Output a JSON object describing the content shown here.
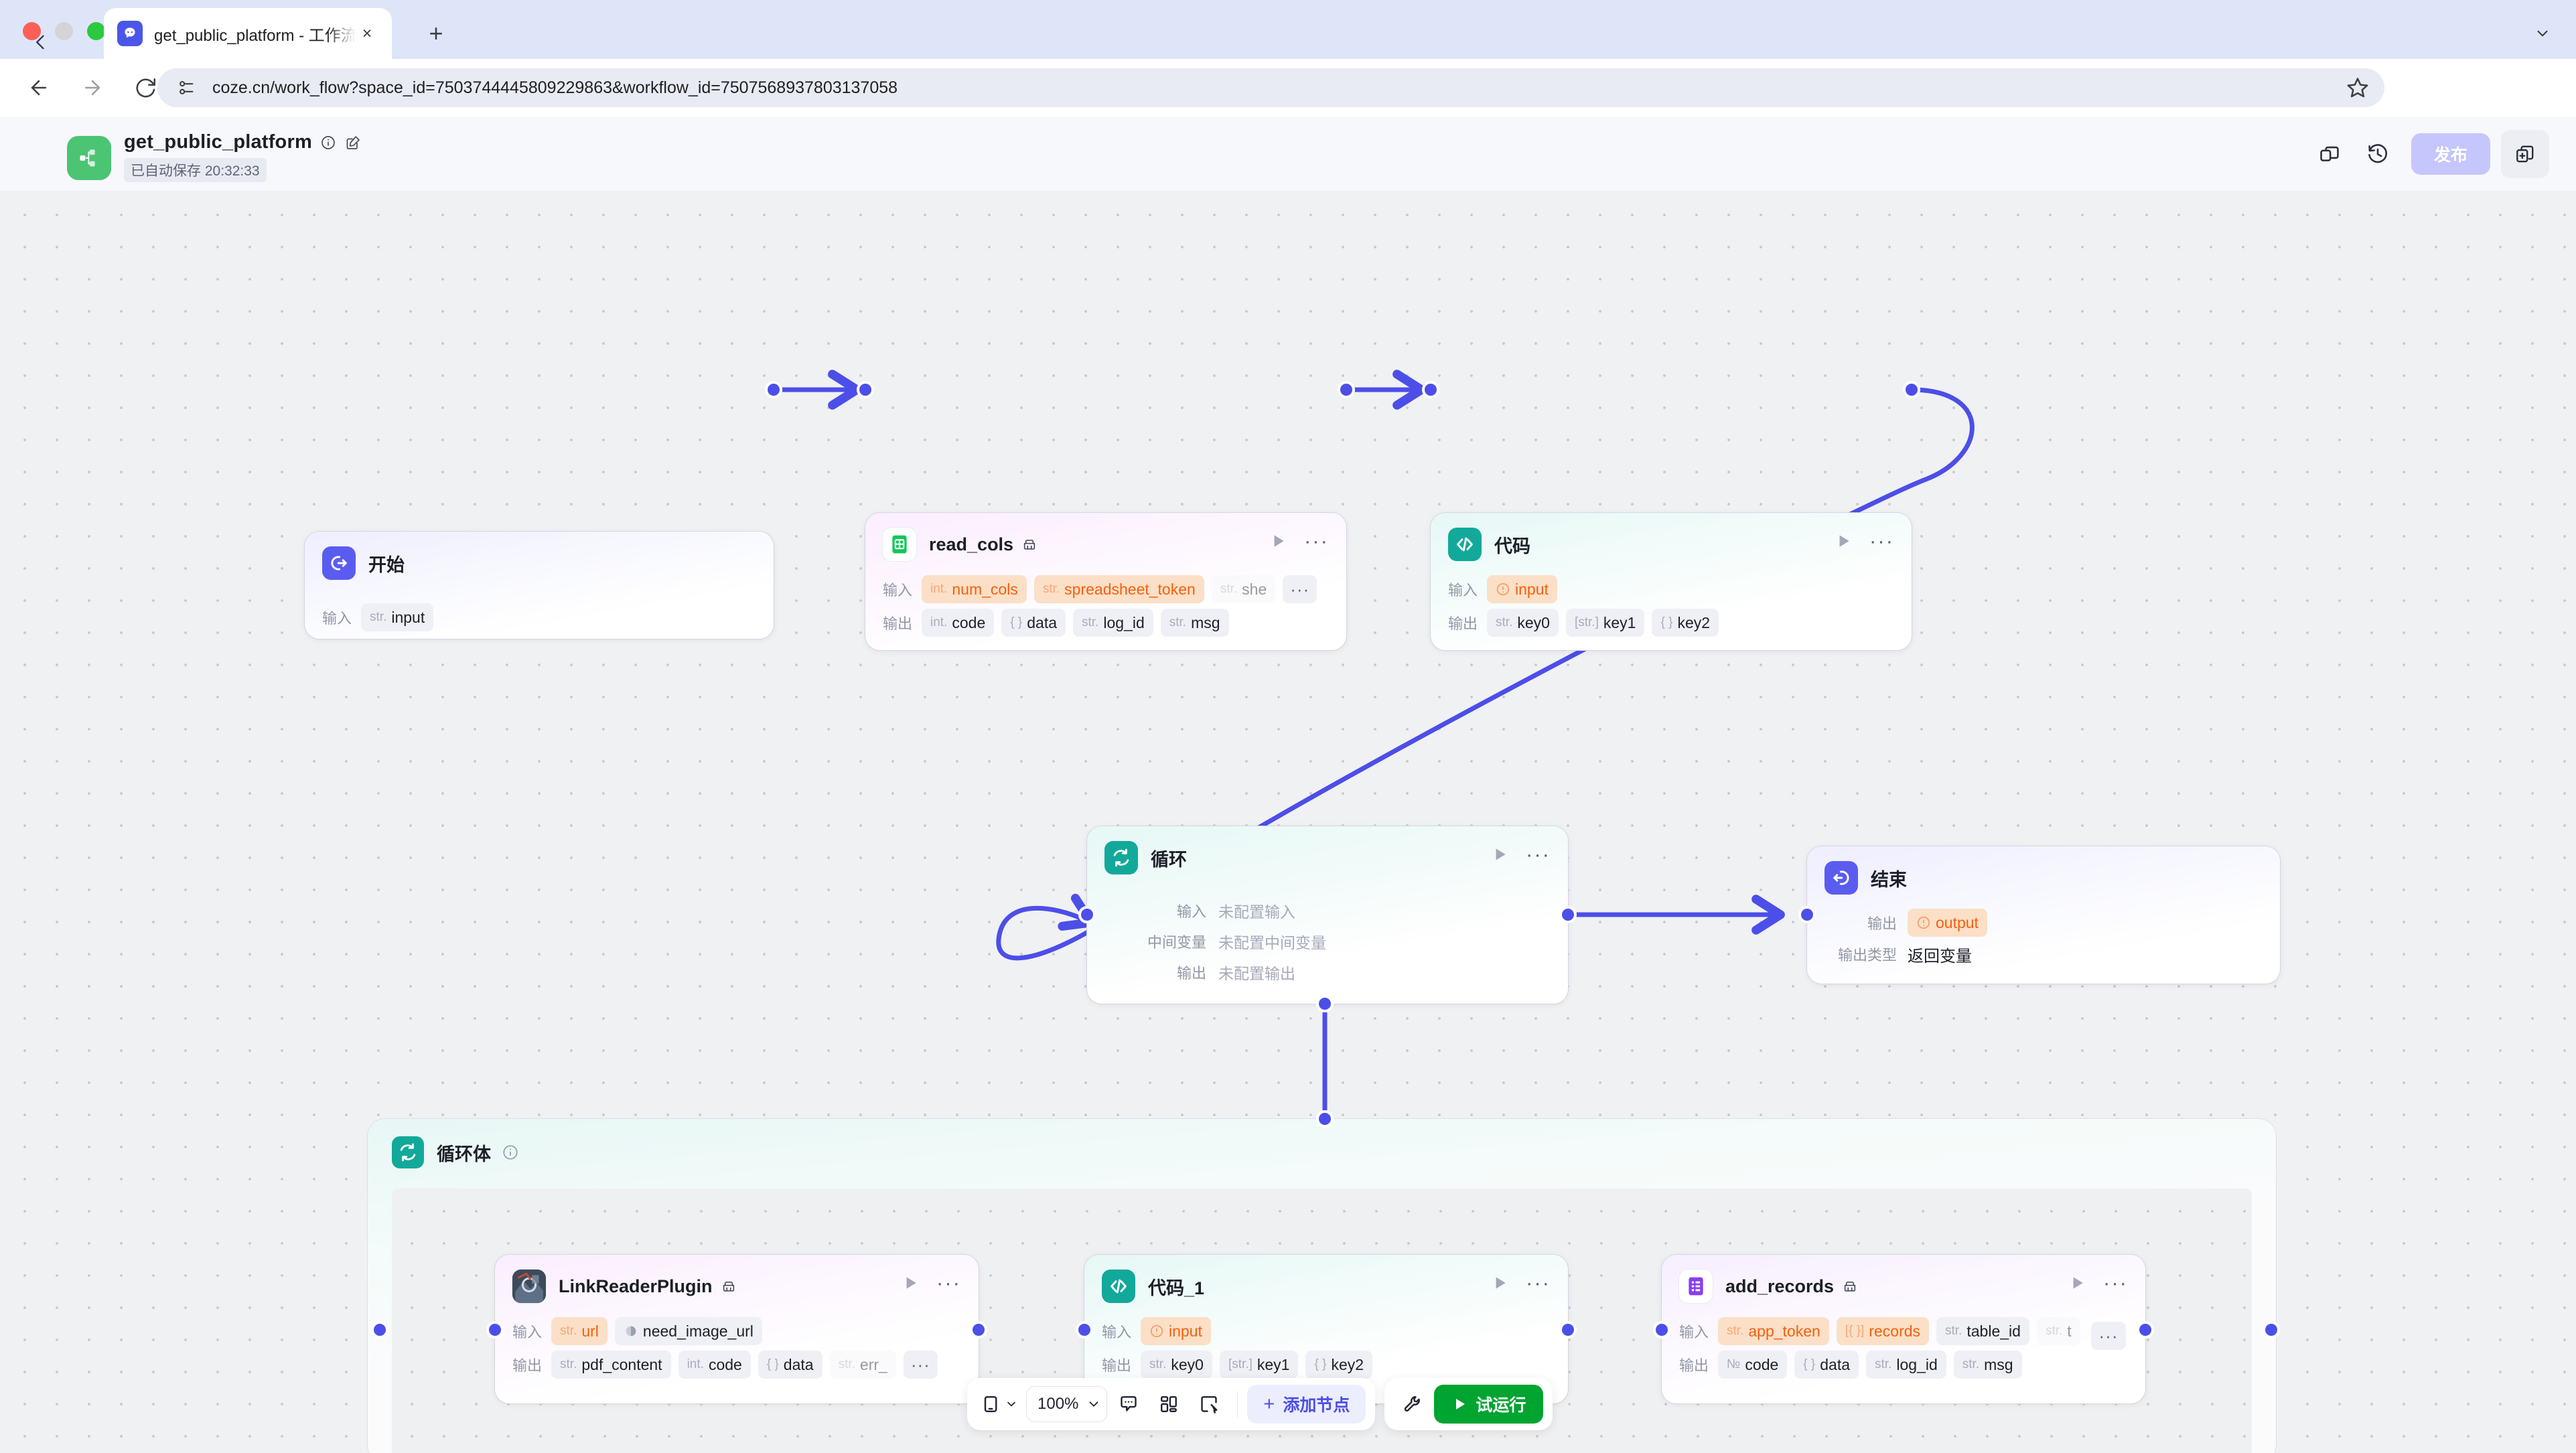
{
  "browser": {
    "tab": {
      "title": "get_public_platform - 工作流",
      "favicon": "coze-icon",
      "close": "×",
      "newtab": "+"
    },
    "toolbar": {
      "back": "back-arrow",
      "forward": "forward-arrow",
      "reload": "reload-icon",
      "site_icon": "site-settings-icon",
      "url": "coze.cn/work_flow?space_id=7503744445809229863&workflow_id=7507568937803137058",
      "star": "bookmark-star-icon",
      "profile": "profile-avatar-icon",
      "menu": "kebab-menu-icon"
    }
  },
  "app_header": {
    "back": "chevron-left-icon",
    "logo": "workflow-logo",
    "title": "get_public_platform",
    "info_icon": "info-icon",
    "edit_icon": "edit-icon",
    "saved_status": "已自动保存 20:32:33",
    "actions": {
      "collaborate": "collaborate-icon",
      "history": "history-icon",
      "publish_label": "发布",
      "duplicate": "duplicate-icon"
    }
  },
  "labels": {
    "input": "输入",
    "output": "输出",
    "midvar": "中间变量",
    "output_type": "输出类型"
  },
  "nodes": {
    "start": {
      "title": "开始",
      "icon": "start-node-icon",
      "inputs": [
        {
          "type": "str.",
          "name": "input",
          "style": "plain"
        }
      ]
    },
    "read_cols": {
      "title": "read_cols",
      "icon": "spreadsheet-plugin-icon",
      "badge": "plugin-badge-icon",
      "inputs": [
        {
          "type": "int.",
          "name": "num_cols",
          "style": "orange"
        },
        {
          "type": "str.",
          "name": "spreadsheet_token",
          "style": "orange"
        },
        {
          "type": "str.",
          "name": "she",
          "style": "faded"
        },
        {
          "type": "",
          "name": "···",
          "style": "more"
        }
      ],
      "outputs": [
        {
          "type": "int.",
          "name": "code",
          "style": "plain"
        },
        {
          "type": "{ }",
          "name": "data",
          "style": "plain"
        },
        {
          "type": "str.",
          "name": "log_id",
          "style": "plain"
        },
        {
          "type": "str.",
          "name": "msg",
          "style": "plain"
        }
      ]
    },
    "code": {
      "title": "代码",
      "icon": "code-node-icon",
      "inputs": [
        {
          "type": "warn",
          "name": "input",
          "style": "orange"
        }
      ],
      "outputs": [
        {
          "type": "str.",
          "name": "key0",
          "style": "plain"
        },
        {
          "type": "[str.]",
          "name": "key1",
          "style": "plain"
        },
        {
          "type": "{ }",
          "name": "key2",
          "style": "plain"
        }
      ]
    },
    "loop": {
      "title": "循环",
      "icon": "loop-node-icon",
      "rows": [
        {
          "label": "输入",
          "value": "未配置输入"
        },
        {
          "label": "中间变量",
          "value": "未配置中间变量"
        },
        {
          "label": "输出",
          "value": "未配置输出"
        }
      ]
    },
    "end": {
      "title": "结束",
      "icon": "end-node-icon",
      "outputs": [
        {
          "type": "warn",
          "name": "output",
          "style": "orange"
        }
      ],
      "output_type_value": "返回变量"
    },
    "loop_body": {
      "title": "循环体",
      "icon": "loop-body-icon",
      "info_icon": "info-icon"
    },
    "link_reader": {
      "title": "LinkReaderPlugin",
      "icon": "linkreader-plugin-avatar",
      "badge": "plugin-badge-icon",
      "inputs": [
        {
          "type": "str.",
          "name": "url",
          "style": "orange"
        },
        {
          "type": "bool",
          "name": "need_image_url",
          "style": "plain"
        }
      ],
      "outputs": [
        {
          "type": "str.",
          "name": "pdf_content",
          "style": "plain"
        },
        {
          "type": "int.",
          "name": "code",
          "style": "plain"
        },
        {
          "type": "{ }",
          "name": "data",
          "style": "plain"
        },
        {
          "type": "str.",
          "name": "err_",
          "style": "faded"
        },
        {
          "type": "",
          "name": "···",
          "style": "more"
        }
      ]
    },
    "code_1": {
      "title": "代码_1",
      "icon": "code-node-icon",
      "inputs": [
        {
          "type": "warn",
          "name": "input",
          "style": "orange"
        }
      ],
      "outputs": [
        {
          "type": "str.",
          "name": "key0",
          "style": "plain"
        },
        {
          "type": "[str.]",
          "name": "key1",
          "style": "plain"
        },
        {
          "type": "{ }",
          "name": "key2",
          "style": "plain"
        }
      ]
    },
    "add_records": {
      "title": "add_records",
      "icon": "bitable-plugin-icon",
      "badge": "plugin-badge-icon",
      "inputs": [
        {
          "type": "str.",
          "name": "app_token",
          "style": "orange"
        },
        {
          "type": "[{ }]",
          "name": "records",
          "style": "orange"
        },
        {
          "type": "str.",
          "name": "table_id",
          "style": "plain"
        },
        {
          "type": "str.",
          "name": "t",
          "style": "faded"
        },
        {
          "type": "",
          "name": "···",
          "style": "more"
        }
      ],
      "outputs": [
        {
          "type": "№",
          "name": "code",
          "style": "plain"
        },
        {
          "type": "{ }",
          "name": "data",
          "style": "plain"
        },
        {
          "type": "str.",
          "name": "log_id",
          "style": "plain"
        },
        {
          "type": "str.",
          "name": "msg",
          "style": "plain"
        }
      ]
    }
  },
  "bottom_toolbar": {
    "viewport_icon": "viewport-icon",
    "viewport_caret": "chevron-down-icon",
    "zoom_level": "100%",
    "zoom_caret": "chevron-down-icon",
    "comment_icon": "comment-icon",
    "layout_icon": "layout-grid-icon",
    "select_icon": "select-tool-icon",
    "add_node_plus": "+",
    "add_node_label": "添加节点",
    "wrench_icon": "wrench-icon",
    "run_play": "play-icon",
    "run_label": "试运行"
  },
  "colors": {
    "edge": "#4c4ee8",
    "accent": "#4c4ee8",
    "publish_bg": "#c5c6fb",
    "run_bg": "#00a430",
    "orange_chip_bg": "#fbdfc7",
    "orange_chip_fg": "#f4600c",
    "canvas_bg": "#f0f1f3"
  }
}
